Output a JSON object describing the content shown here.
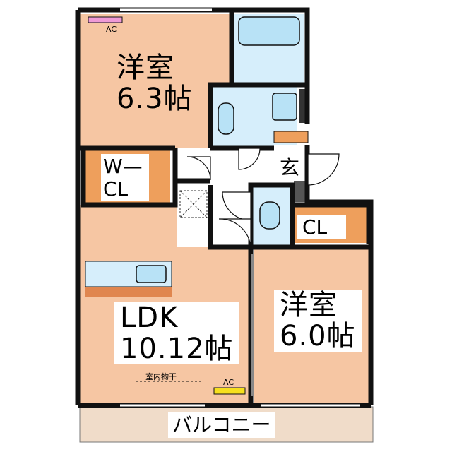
{
  "colors": {
    "room": "#f6c6a3",
    "wet": "#d6eefb",
    "closet": "#ee9f5c",
    "counter": "#e0864f",
    "balcony": "#f0dcc9",
    "wall": "#111111",
    "ac_bedroom1": "#ef9ad6",
    "ac_ldk": "#f6e01e",
    "hall": "#ffffff"
  },
  "rooms": {
    "bedroom1": "洋室\n6.3帖",
    "bedroom2": "洋室\n6.0帖",
    "ldk": "LDK\n10.12帖",
    "walk_in_closet": "W—\nCL",
    "closet": "CL",
    "entrance": "玄",
    "balcony": "バルコニー"
  },
  "labels": {
    "ac_bedroom1": "AC",
    "ac_ldk": "AC",
    "indoor_drying": "室内物干"
  },
  "icons": [
    "bathtub-icon",
    "washbasin-icon",
    "washing-machine-icon",
    "toilet-icon",
    "kitchen-sink-icon",
    "door-swing-icon"
  ]
}
